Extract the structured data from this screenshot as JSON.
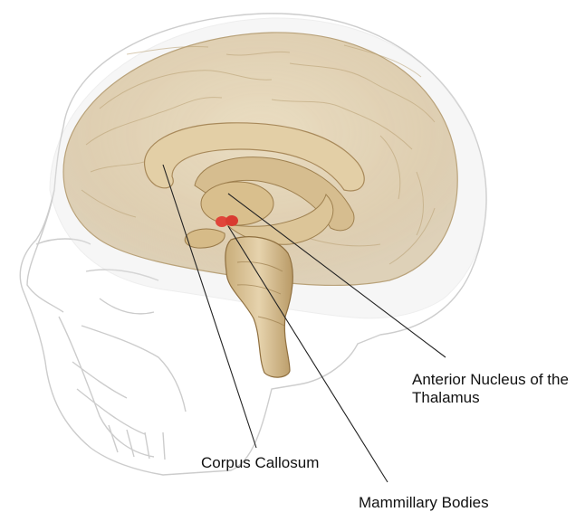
{
  "labels": {
    "anterior_nucleus_line1": "Anterior Nucleus of the",
    "anterior_nucleus_line2": "Thalamus",
    "corpus_callosum": "Corpus Callosum",
    "mammillary_bodies": "Mammillary Bodies"
  },
  "colors": {
    "brain_tissue": "#d9c7a3",
    "brain_tissue_dark": "#b89f72",
    "skull_outline": "#b8b8b8",
    "highlight": "#e0453a",
    "leader_line": "#222222",
    "background": "#ffffff"
  }
}
